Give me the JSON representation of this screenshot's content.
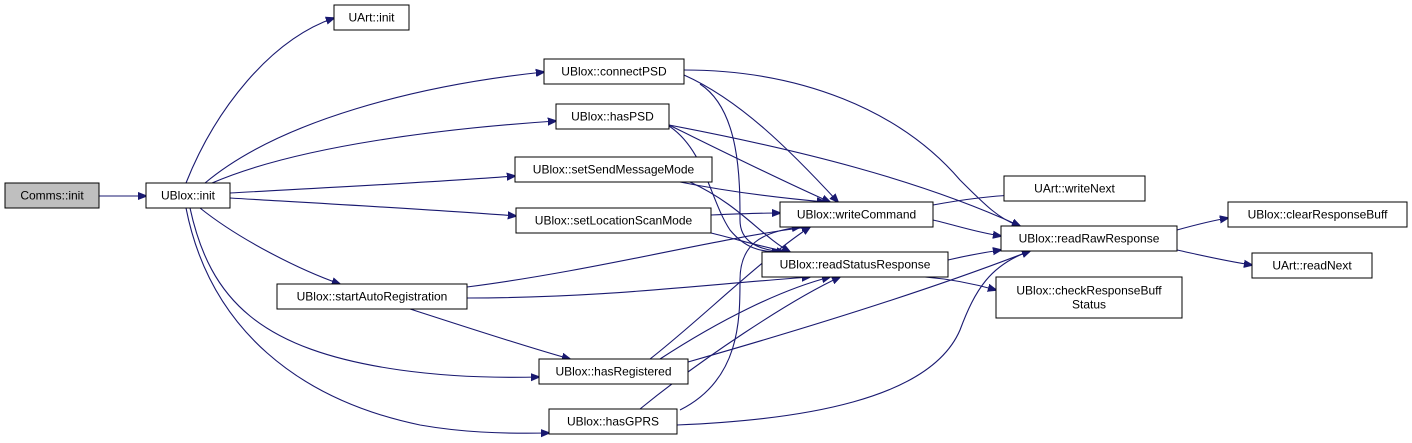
{
  "graph": {
    "edge_color": "#191970",
    "root_fill": "#bfbfbf",
    "nodes": [
      {
        "id": "comms_init",
        "lines": [
          "Comms::init"
        ],
        "root": true
      },
      {
        "id": "ublox_init",
        "lines": [
          "UBlox::init"
        ]
      },
      {
        "id": "uart_init",
        "lines": [
          "UArt::init"
        ]
      },
      {
        "id": "connectPSD",
        "lines": [
          "UBlox::connectPSD"
        ]
      },
      {
        "id": "hasPSD",
        "lines": [
          "UBlox::hasPSD"
        ]
      },
      {
        "id": "setSendMessageMode",
        "lines": [
          "UBlox::setSendMessageMode"
        ]
      },
      {
        "id": "setLocationScanMode",
        "lines": [
          "UBlox::setLocationScanMode"
        ]
      },
      {
        "id": "startAutoRegistration",
        "lines": [
          "UBlox::startAutoRegistration"
        ]
      },
      {
        "id": "hasRegistered",
        "lines": [
          "UBlox::hasRegistered"
        ]
      },
      {
        "id": "hasGPRS",
        "lines": [
          "UBlox::hasGPRS"
        ]
      },
      {
        "id": "writeCommand",
        "lines": [
          "UBlox::writeCommand"
        ]
      },
      {
        "id": "readStatusResponse",
        "lines": [
          "UBlox::readStatusResponse"
        ]
      },
      {
        "id": "readRawResponse",
        "lines": [
          "UBlox::readRawResponse"
        ]
      },
      {
        "id": "writeNext",
        "lines": [
          "UArt::writeNext"
        ]
      },
      {
        "id": "checkResponseBuffStatus",
        "lines": [
          "UBlox::checkResponseBuff",
          "Status"
        ]
      },
      {
        "id": "clearResponseBuff",
        "lines": [
          "UBlox::clearResponseBuff"
        ]
      },
      {
        "id": "readNext",
        "lines": [
          "UArt::readNext"
        ]
      }
    ],
    "edges": [
      [
        "comms_init",
        "ublox_init"
      ],
      [
        "ublox_init",
        "uart_init"
      ],
      [
        "ublox_init",
        "connectPSD"
      ],
      [
        "ublox_init",
        "hasPSD"
      ],
      [
        "ublox_init",
        "setSendMessageMode"
      ],
      [
        "ublox_init",
        "setLocationScanMode"
      ],
      [
        "ublox_init",
        "startAutoRegistration"
      ],
      [
        "ublox_init",
        "hasRegistered"
      ],
      [
        "ublox_init",
        "hasGPRS"
      ],
      [
        "connectPSD",
        "writeCommand"
      ],
      [
        "connectPSD",
        "readStatusResponse"
      ],
      [
        "connectPSD",
        "readRawResponse"
      ],
      [
        "hasPSD",
        "writeCommand"
      ],
      [
        "hasPSD",
        "readStatusResponse"
      ],
      [
        "hasPSD",
        "readRawResponse"
      ],
      [
        "setSendMessageMode",
        "writeCommand"
      ],
      [
        "setSendMessageMode",
        "readStatusResponse"
      ],
      [
        "setLocationScanMode",
        "writeCommand"
      ],
      [
        "setLocationScanMode",
        "readStatusResponse"
      ],
      [
        "startAutoRegistration",
        "writeCommand"
      ],
      [
        "startAutoRegistration",
        "readStatusResponse"
      ],
      [
        "startAutoRegistration",
        "hasRegistered"
      ],
      [
        "hasRegistered",
        "writeCommand"
      ],
      [
        "hasRegistered",
        "readStatusResponse"
      ],
      [
        "hasRegistered",
        "readRawResponse"
      ],
      [
        "hasGPRS",
        "writeCommand"
      ],
      [
        "hasGPRS",
        "readStatusResponse"
      ],
      [
        "hasGPRS",
        "readRawResponse"
      ],
      [
        "writeCommand",
        "writeNext"
      ],
      [
        "writeCommand",
        "readRawResponse"
      ],
      [
        "readStatusResponse",
        "readRawResponse"
      ],
      [
        "readStatusResponse",
        "checkResponseBuffStatus"
      ],
      [
        "readRawResponse",
        "clearResponseBuff"
      ],
      [
        "readRawResponse",
        "readNext"
      ]
    ]
  }
}
